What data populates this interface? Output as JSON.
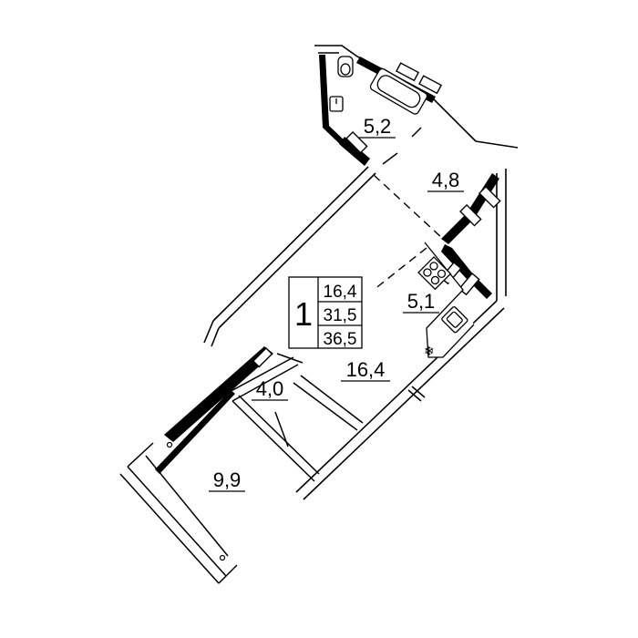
{
  "plan": {
    "rooms": {
      "bathroom": "5,2",
      "hallway": "4,8",
      "kitchen": "5,1",
      "living": "16,4",
      "wardrobe": "4,0",
      "balcony": "9,9"
    },
    "summary": {
      "rooms_count": "1",
      "living_area": "16,4",
      "total_area": "31,5",
      "total_with_balcony": "36,5"
    },
    "colors": {
      "wall": "#000000",
      "line": "#000000",
      "background": "#ffffff"
    }
  }
}
